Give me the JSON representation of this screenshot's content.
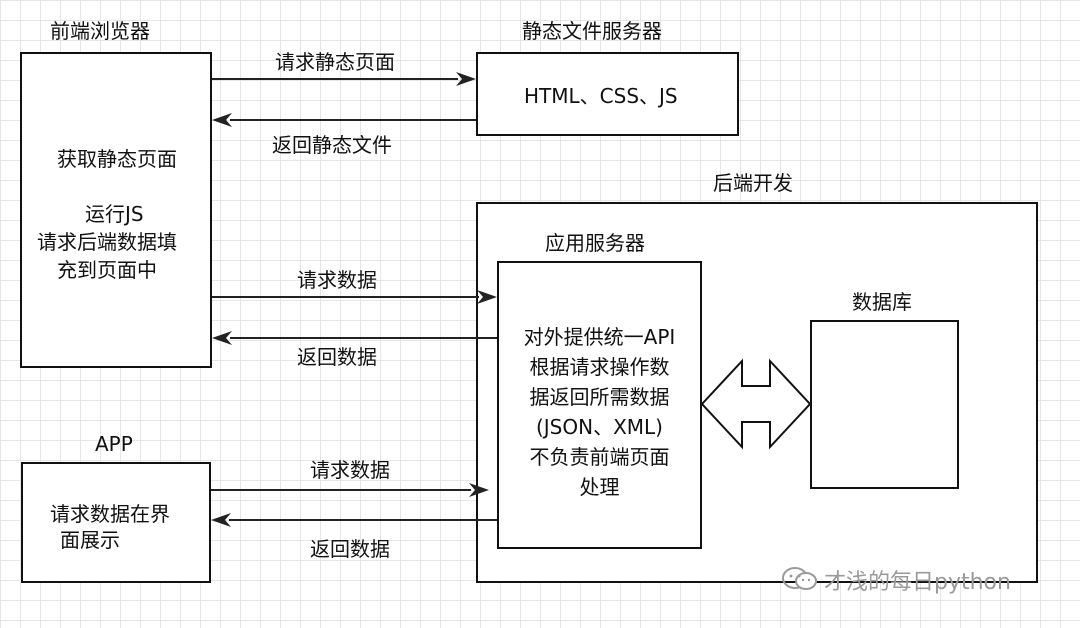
{
  "browser": {
    "title": "前端浏览器",
    "line1": "获取静态页面",
    "line2": "运行JS",
    "line3": "请求后端数据填",
    "line4": "充到页面中"
  },
  "static_server": {
    "title": "静态文件服务器",
    "content": "HTML、CSS、JS"
  },
  "backend": {
    "title": "后端开发"
  },
  "app_server": {
    "title": "应用服务器",
    "line1": "对外提供统一API",
    "line2": "根据请求操作数",
    "line3": "据返回所需数据",
    "line4": "(JSON、XML)",
    "line5": "不负责前端页面",
    "line6": "处理"
  },
  "database": {
    "title": "数据库"
  },
  "app": {
    "title": "APP",
    "line1": "请求数据在界",
    "line2": "面展示"
  },
  "edges": {
    "req_static": "请求静态页面",
    "ret_static": "返回静态文件",
    "browser_req": "请求数据",
    "browser_ret": "返回数据",
    "app_req": "请求数据",
    "app_ret": "返回数据"
  },
  "watermark": {
    "text": "才浅的每日python"
  }
}
